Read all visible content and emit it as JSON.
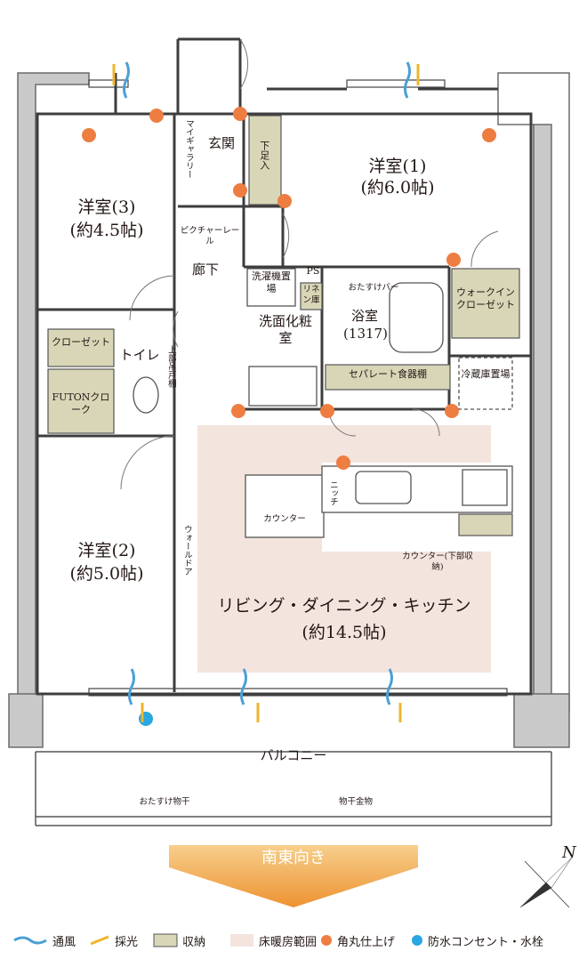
{
  "rooms": {
    "western1_name": "洋室(1)",
    "western1_size": "(約6.0帖)",
    "western2_name": "洋室(2)",
    "western2_size": "(約5.0帖)",
    "western3_name": "洋室(3)",
    "western3_size": "(約4.5帖)",
    "ldk_name": "リビング・ダイニング・キッチン",
    "ldk_size": "(約14.5帖)",
    "entrance": "玄関",
    "shoe_storage": "下足入",
    "my_gallery": "マイギャラリー",
    "picture_rail": "ピクチャーレール",
    "hallway": "廊下",
    "washer": "洗濯機置場",
    "ps": "PS",
    "linen": "リネン庫",
    "grab_bar": "おたすけバー",
    "bathroom_name": "浴室",
    "bathroom_size": "(1317)",
    "washroom": "洗面化粧室",
    "walkin_closet": "ウォークインクローゼット",
    "closet": "クローゼット",
    "toilet": "トイレ",
    "upper_cabinet": "上部吊戸棚",
    "futon_closet": "FUTONクローク",
    "separate_shelf": "セパレート食器棚",
    "fridge": "冷蔵庫置場",
    "niche": "ニッチ",
    "counter": "カウンター",
    "counter_storage": "カウンター(下部収納)",
    "wall_door": "ウォールドア",
    "balcony": "バルコニー",
    "drying_help": "おたすけ物干",
    "drying_hardware": "物干金物"
  },
  "orientation": {
    "label": "南東向き",
    "north": "N"
  },
  "legend": {
    "ventilation": "通風",
    "daylight": "採光",
    "storage": "収納",
    "floor_heating": "床暖房範囲",
    "rounded_corner": "角丸仕上げ",
    "waterproof_outlet": "防水コンセント・水栓"
  },
  "colors": {
    "wall": "#8c8c8c",
    "storage": "#d9d6b8",
    "floor_heating": "#f3e4de",
    "rounded_corner": "#ee7d42",
    "waterproof_outlet": "#2aa7e0",
    "ventilation": "#4b9fd6",
    "daylight": "#f0b52c",
    "arrow": "#f0a040",
    "arrow_text": "#ffffff"
  }
}
